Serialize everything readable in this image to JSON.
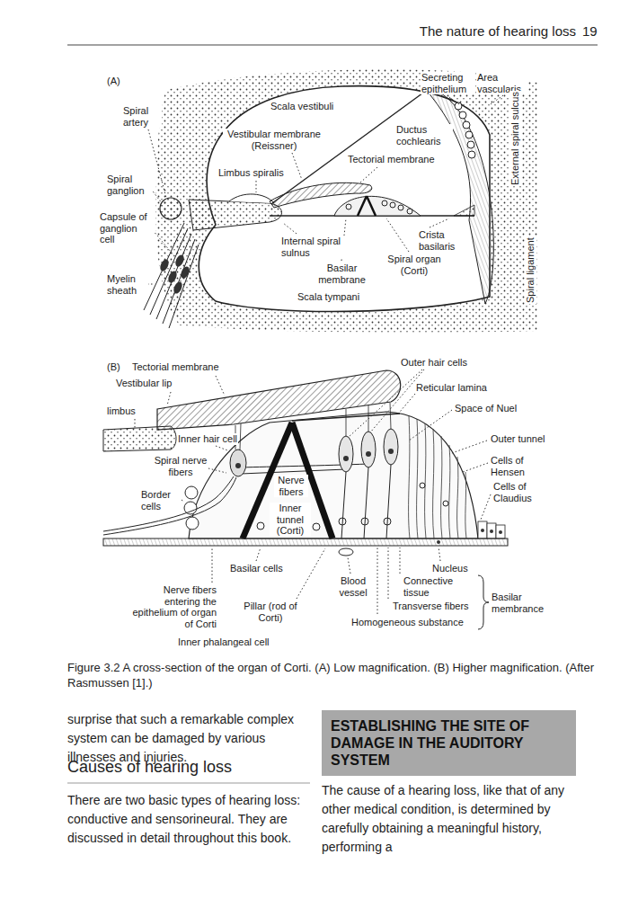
{
  "diagram": {
    "caption": "Figure 3.2 A cross-section of the organ of Corti. (A) Low magnification. (B) Higher magnification. (After Rasmussen [1].)",
    "nodes": [
      {
        "text": [
          "ESTABLISHING THE SITE OF DAMAGE IN THE AUDITORY SYSTEM"
        ]
      }
    ],
    "labels": [
      "The nature of hearing loss",
      "19",
      "(A)",
      "Spiral artery",
      "Scala vestibuli",
      "Secreting epithelium",
      "Area vascularis",
      "External spiral sulcus",
      "Vestibular membrane (Reissner)",
      "Ductus cochlearis",
      "Tectorial membrane",
      "Limbus spiralis",
      "Spiral ganglion",
      "Capsule of ganglion cell",
      "Crista basilaris",
      "Internal spiral sulnus",
      "Basilar membrane",
      "Spiral organ (Corti)",
      "Myelin sheath",
      "Scala tympani",
      "Spiral ligament",
      "(B)",
      "Tectorial membrane",
      "Vestibular lip",
      "limbus",
      "Inner hair cell",
      "Spiral nerve fibers",
      "Border cells",
      "Nerve fibers",
      "Inner tunnel (Corti)",
      "Outer hair cells",
      "Reticular lamina",
      "Space of Nuel",
      "Outer tunnel",
      "Cells of Hensen",
      "Cells of Claudius",
      "Basilar cells",
      "Nerve fibers entering the epithelium of organ of Corti",
      "Pillar (rod of Corti)",
      "Blood vessel",
      "Nucleus",
      "Connective tissue",
      "Transverse fibers",
      "Homogeneous substance",
      "Basilar membrance",
      "Inner phalangeal cell",
      "surprise that such a remarkable complex system can be damaged by various illnesses and injuries.",
      "Causes of hearing loss",
      "There are two basic types of hearing loss: conductive and sensorineural. They are discussed in detail throughout this book.",
      "The cause of a hearing loss, like that of any other medical condition, is determined by carefully obtaining a meaningful history, performing a"
    ]
  }
}
